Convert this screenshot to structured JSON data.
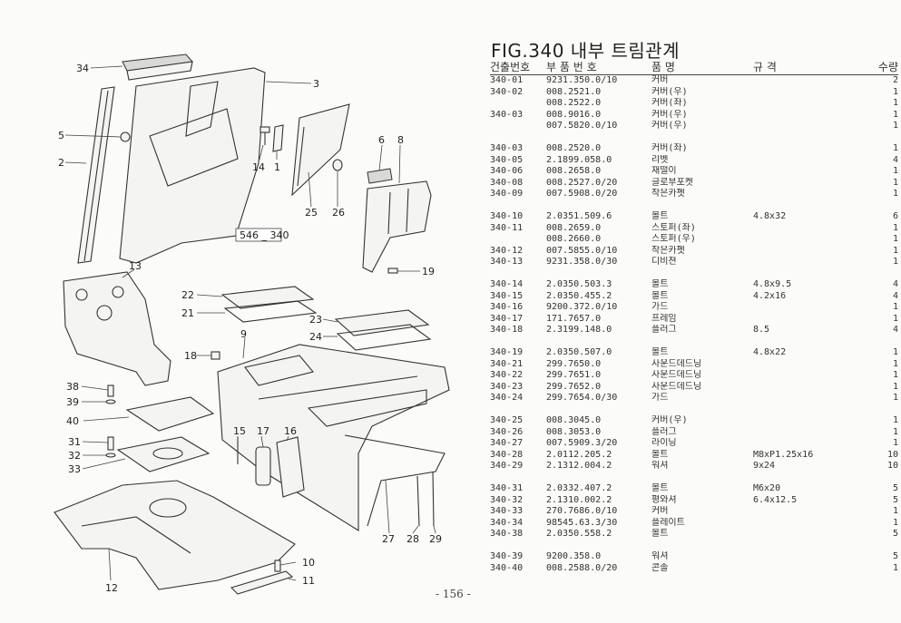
{
  "figure": {
    "title": "FIG.340 내부 트림관계",
    "ref_box": "546 _ 340",
    "callouts": [
      "34",
      "3",
      "5",
      "2",
      "14",
      "1",
      "6",
      "8",
      "25",
      "26",
      "19",
      "13",
      "22",
      "21",
      "23",
      "24",
      "9",
      "18",
      "38",
      "39",
      "40",
      "15",
      "17",
      "16",
      "31",
      "32",
      "33",
      "27",
      "28",
      "29",
      "10",
      "11",
      "12"
    ]
  },
  "table": {
    "headers": {
      "no": "건출번호",
      "part": "부 품 번 호",
      "name": "품 명",
      "spec": "규 격",
      "qty": "수량"
    },
    "rows": [
      {
        "no": "340-01",
        "part": "9231.350.0/10",
        "name": "커버",
        "spec": "",
        "qty": "2"
      },
      {
        "no": "340-02",
        "part": "008.2521.0",
        "name": "커버(우)",
        "spec": "",
        "qty": "1"
      },
      {
        "no": "",
        "part": "008.2522.0",
        "name": "커버(좌)",
        "spec": "",
        "qty": "1"
      },
      {
        "no": "340-03",
        "part": "008.9016.0",
        "name": "커버(우)",
        "spec": "",
        "qty": "1"
      },
      {
        "no": "",
        "part": "007.5820.0/10",
        "name": "커버(우)",
        "spec": "",
        "qty": "1"
      },
      {
        "gap": true
      },
      {
        "no": "340-03",
        "part": "008.2520.0",
        "name": "커버(좌)",
        "spec": "",
        "qty": "1"
      },
      {
        "no": "340-05",
        "part": "2.1899.058.0",
        "name": "리벳",
        "spec": "",
        "qty": "4"
      },
      {
        "no": "340-06",
        "part": "008.2658.0",
        "name": "재떨이",
        "spec": "",
        "qty": "1"
      },
      {
        "no": "340-08",
        "part": "008.2527.0/20",
        "name": "글로부포켓",
        "spec": "",
        "qty": "1"
      },
      {
        "no": "340-09",
        "part": "007.5908.0/20",
        "name": "작은카펫",
        "spec": "",
        "qty": "1"
      },
      {
        "gap": true
      },
      {
        "no": "340-10",
        "part": "2.0351.509.6",
        "name": "볼트",
        "spec": "4.8x32",
        "qty": "6"
      },
      {
        "no": "340-11",
        "part": "008.2659.0",
        "name": "스토퍼(좌)",
        "spec": "",
        "qty": "1"
      },
      {
        "no": "",
        "part": "008.2660.0",
        "name": "스토퍼(우)",
        "spec": "",
        "qty": "1"
      },
      {
        "no": "340-12",
        "part": "007.5855.0/10",
        "name": "작은카펫",
        "spec": "",
        "qty": "1"
      },
      {
        "no": "340-13",
        "part": "9231.358.0/30",
        "name": "디비젼",
        "spec": "",
        "qty": "1"
      },
      {
        "gap": true
      },
      {
        "no": "340-14",
        "part": "2.0350.503.3",
        "name": "볼트",
        "spec": "4.8x9.5",
        "qty": "4"
      },
      {
        "no": "340-15",
        "part": "2.0350.455.2",
        "name": "볼트",
        "spec": "4.2x16",
        "qty": "4"
      },
      {
        "no": "340-16",
        "part": "9200.372.0/10",
        "name": "가드",
        "spec": "",
        "qty": "1"
      },
      {
        "no": "340-17",
        "part": "171.7657.0",
        "name": "프레임",
        "spec": "",
        "qty": "1"
      },
      {
        "no": "340-18",
        "part": "2.3199.148.0",
        "name": "플러그",
        "spec": "8.5",
        "qty": "4"
      },
      {
        "gap": true
      },
      {
        "no": "340-19",
        "part": "2.0350.507.0",
        "name": "볼트",
        "spec": "4.8x22",
        "qty": "1"
      },
      {
        "no": "340-21",
        "part": "299.7650.0",
        "name": "사운드데드닝",
        "spec": "",
        "qty": "1"
      },
      {
        "no": "340-22",
        "part": "299.7651.0",
        "name": "사운드데드닝",
        "spec": "",
        "qty": "1"
      },
      {
        "no": "340-23",
        "part": "299.7652.0",
        "name": "사운드데드닝",
        "spec": "",
        "qty": "1"
      },
      {
        "no": "340-24",
        "part": "299.7654.0/30",
        "name": "가드",
        "spec": "",
        "qty": "1"
      },
      {
        "gap": true
      },
      {
        "no": "340-25",
        "part": "008.3045.0",
        "name": "커버(우)",
        "spec": "",
        "qty": "1"
      },
      {
        "no": "340-26",
        "part": "008.3053.0",
        "name": "플러그",
        "spec": "",
        "qty": "1"
      },
      {
        "no": "340-27",
        "part": "007.5909.3/20",
        "name": "라이닝",
        "spec": "",
        "qty": "1"
      },
      {
        "no": "340-28",
        "part": "2.0112.205.2",
        "name": "볼트",
        "spec": "M8xP1.25x16",
        "qty": "10"
      },
      {
        "no": "340-29",
        "part": "2.1312.004.2",
        "name": "워셔",
        "spec": "9x24",
        "qty": "10"
      },
      {
        "gap": true
      },
      {
        "no": "340-31",
        "part": "2.0332.407.2",
        "name": "볼트",
        "spec": "M6x20",
        "qty": "5"
      },
      {
        "no": "340-32",
        "part": "2.1310.002.2",
        "name": "평와셔",
        "spec": "6.4x12.5",
        "qty": "5"
      },
      {
        "no": "340-33",
        "part": "270.7686.0/10",
        "name": "커버",
        "spec": "",
        "qty": "1"
      },
      {
        "no": "340-34",
        "part": "98545.63.3/30",
        "name": "플레이트",
        "spec": "",
        "qty": "1"
      },
      {
        "no": "340-38",
        "part": "2.0350.558.2",
        "name": "볼트",
        "spec": "",
        "qty": "5"
      },
      {
        "gap": true
      },
      {
        "no": "340-39",
        "part": "9200.358.0",
        "name": "워셔",
        "spec": "",
        "qty": "5"
      },
      {
        "no": "340-40",
        "part": "008.2588.0/20",
        "name": "콘솔",
        "spec": "",
        "qty": "1"
      }
    ]
  },
  "page_number": "- 156 -"
}
